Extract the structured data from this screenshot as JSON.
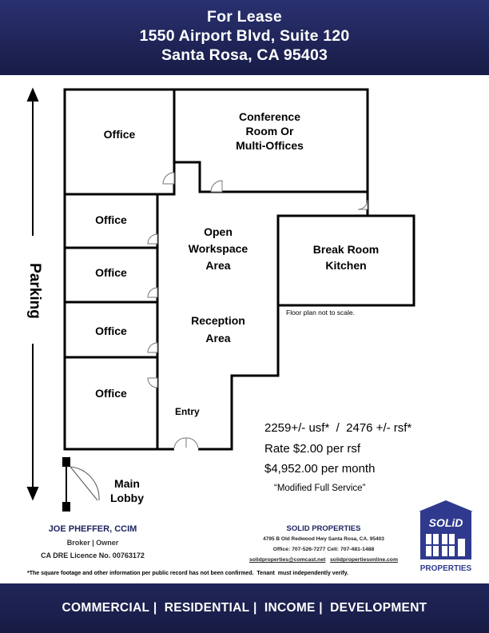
{
  "header": {
    "line1": "For Lease",
    "line2": "1550 Airport Blvd, Suite 120",
    "line3": "Santa Rosa, CA 95403"
  },
  "floorplan": {
    "rooms": {
      "office_top": "Office",
      "conference": [
        "Conference",
        "Room Or",
        "Multi-Offices"
      ],
      "office_2": "Office",
      "office_3": "Office",
      "office_4": "Office",
      "office_5": "Office",
      "open_workspace": [
        "Open",
        "Workspace",
        "Area"
      ],
      "break_room": [
        "Break Room",
        "Kitchen"
      ],
      "reception": [
        "Reception",
        "Area"
      ],
      "entry": "Entry",
      "main_lobby": [
        "Main",
        "Lobby"
      ]
    },
    "parking_label": "Parking",
    "scale_note": "Floor plan not to scale."
  },
  "listing": {
    "area": "2259+/- usf*  /  2476 +/- rsf*",
    "rate": "Rate $2.00 per rsf",
    "monthly": "$4,952.00 per month",
    "service": "“Modified Full Service”"
  },
  "broker": {
    "name": "JOE PHEFFER, CCIM",
    "title": "Broker | Owner",
    "licence": "CA DRE Licence No. 00763172"
  },
  "company": {
    "name": "SOLID PROPERTIES",
    "address": "4795 B Old Redwood Hwy  Santa Rosa, CA. 95403",
    "phones": "Office: 707-526-7277  Cell: 707-481-1488",
    "email": "solidproperties@comcast.net",
    "website": "solidpropertiesonline.com",
    "logo_top": "SOLiD",
    "logo_bottom": "PROPERTIES"
  },
  "disclaimer": "*The square footage and other information per public record has not been confirmed.  Tenant  must independently verify.",
  "footer": {
    "items": [
      "COMMERCIAL",
      "RESIDENTIAL",
      "INCOME",
      "DEVELOPMENT"
    ]
  },
  "colors": {
    "navy": "#1f2457",
    "logo_blue": "#2f3a8f"
  }
}
